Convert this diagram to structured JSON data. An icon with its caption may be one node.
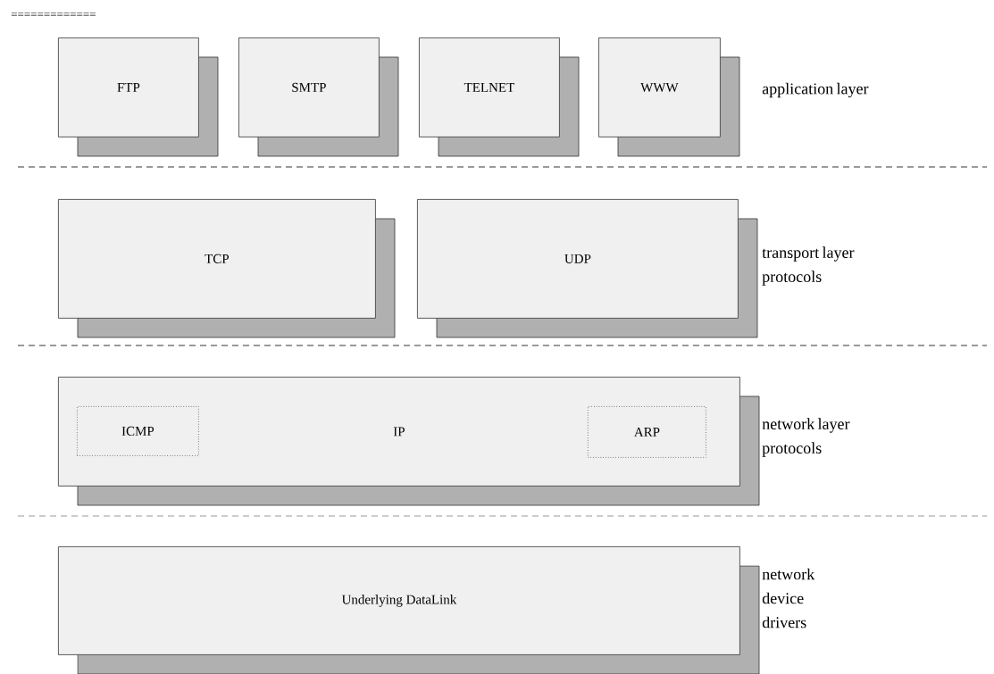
{
  "diagram": {
    "nodes": [
      {
        "text": [
          "FTP"
        ]
      },
      {
        "text": [
          "SMTP"
        ]
      },
      {
        "text": [
          "TELNET"
        ]
      },
      {
        "text": [
          "WWW"
        ]
      },
      {
        "text": [
          "TCP"
        ]
      },
      {
        "text": [
          "UDP"
        ]
      },
      {
        "text": [
          "IP"
        ]
      },
      {
        "text": [
          "ICMP"
        ],
        "in": 6
      },
      {
        "text": [
          "ARP"
        ],
        "in": 6
      },
      {
        "text": [
          "Underlying DataLink"
        ]
      }
    ],
    "labels": [
      "=============",
      "application layer",
      "transport layer protocols",
      "network layer protocols",
      "network device drivers"
    ]
  }
}
